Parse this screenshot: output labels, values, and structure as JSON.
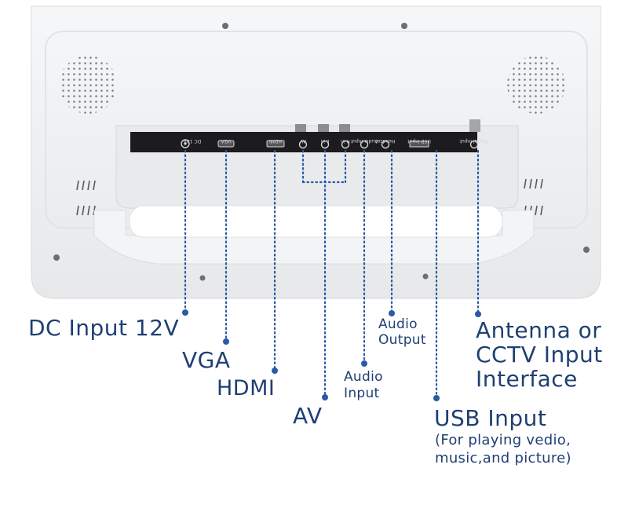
{
  "ports_strip": {
    "dc": "DC 12V",
    "vga": "VGA",
    "hdmi": "HDMI",
    "av": "AV",
    "left": "L-in",
    "right": "R-in",
    "audio_in": "Audio Input",
    "headset": "Headset",
    "usb": "USB input",
    "antenna": "Digital input"
  },
  "labels": {
    "dc": "DC Input 12V",
    "vga": "VGA",
    "hdmi": "HDMI",
    "av": "AV",
    "audio_input_1": "Audio",
    "audio_input_2": "Input",
    "audio_output_1": "Audio",
    "audio_output_2": "Output",
    "usb_title": "USB Input",
    "usb_note_1": "(For playing vedio,",
    "usb_note_2": "music,and picture)",
    "antenna_1": "Antenna or",
    "antenna_2": "CCTV Input",
    "antenna_3": "Interface"
  },
  "colors": {
    "label": "#1f3f73",
    "dots": "#2a5aa3",
    "device": "#f1f2f4",
    "strip": "#1c1c1e"
  }
}
